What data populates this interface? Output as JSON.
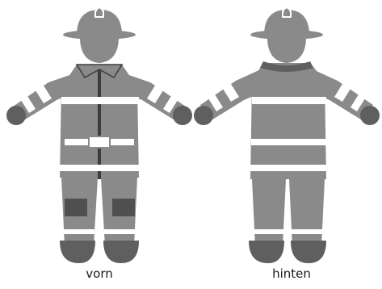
{
  "figures": [
    {
      "id": "front",
      "label": "vorn"
    },
    {
      "id": "back",
      "label": "hinten"
    }
  ],
  "colors": {
    "body": "#8a8a8a",
    "dark": "#5f5f5f",
    "line": "#3c3c3c",
    "knee": "#505050",
    "reflective": "#ffffff",
    "background": "#ffffff"
  }
}
